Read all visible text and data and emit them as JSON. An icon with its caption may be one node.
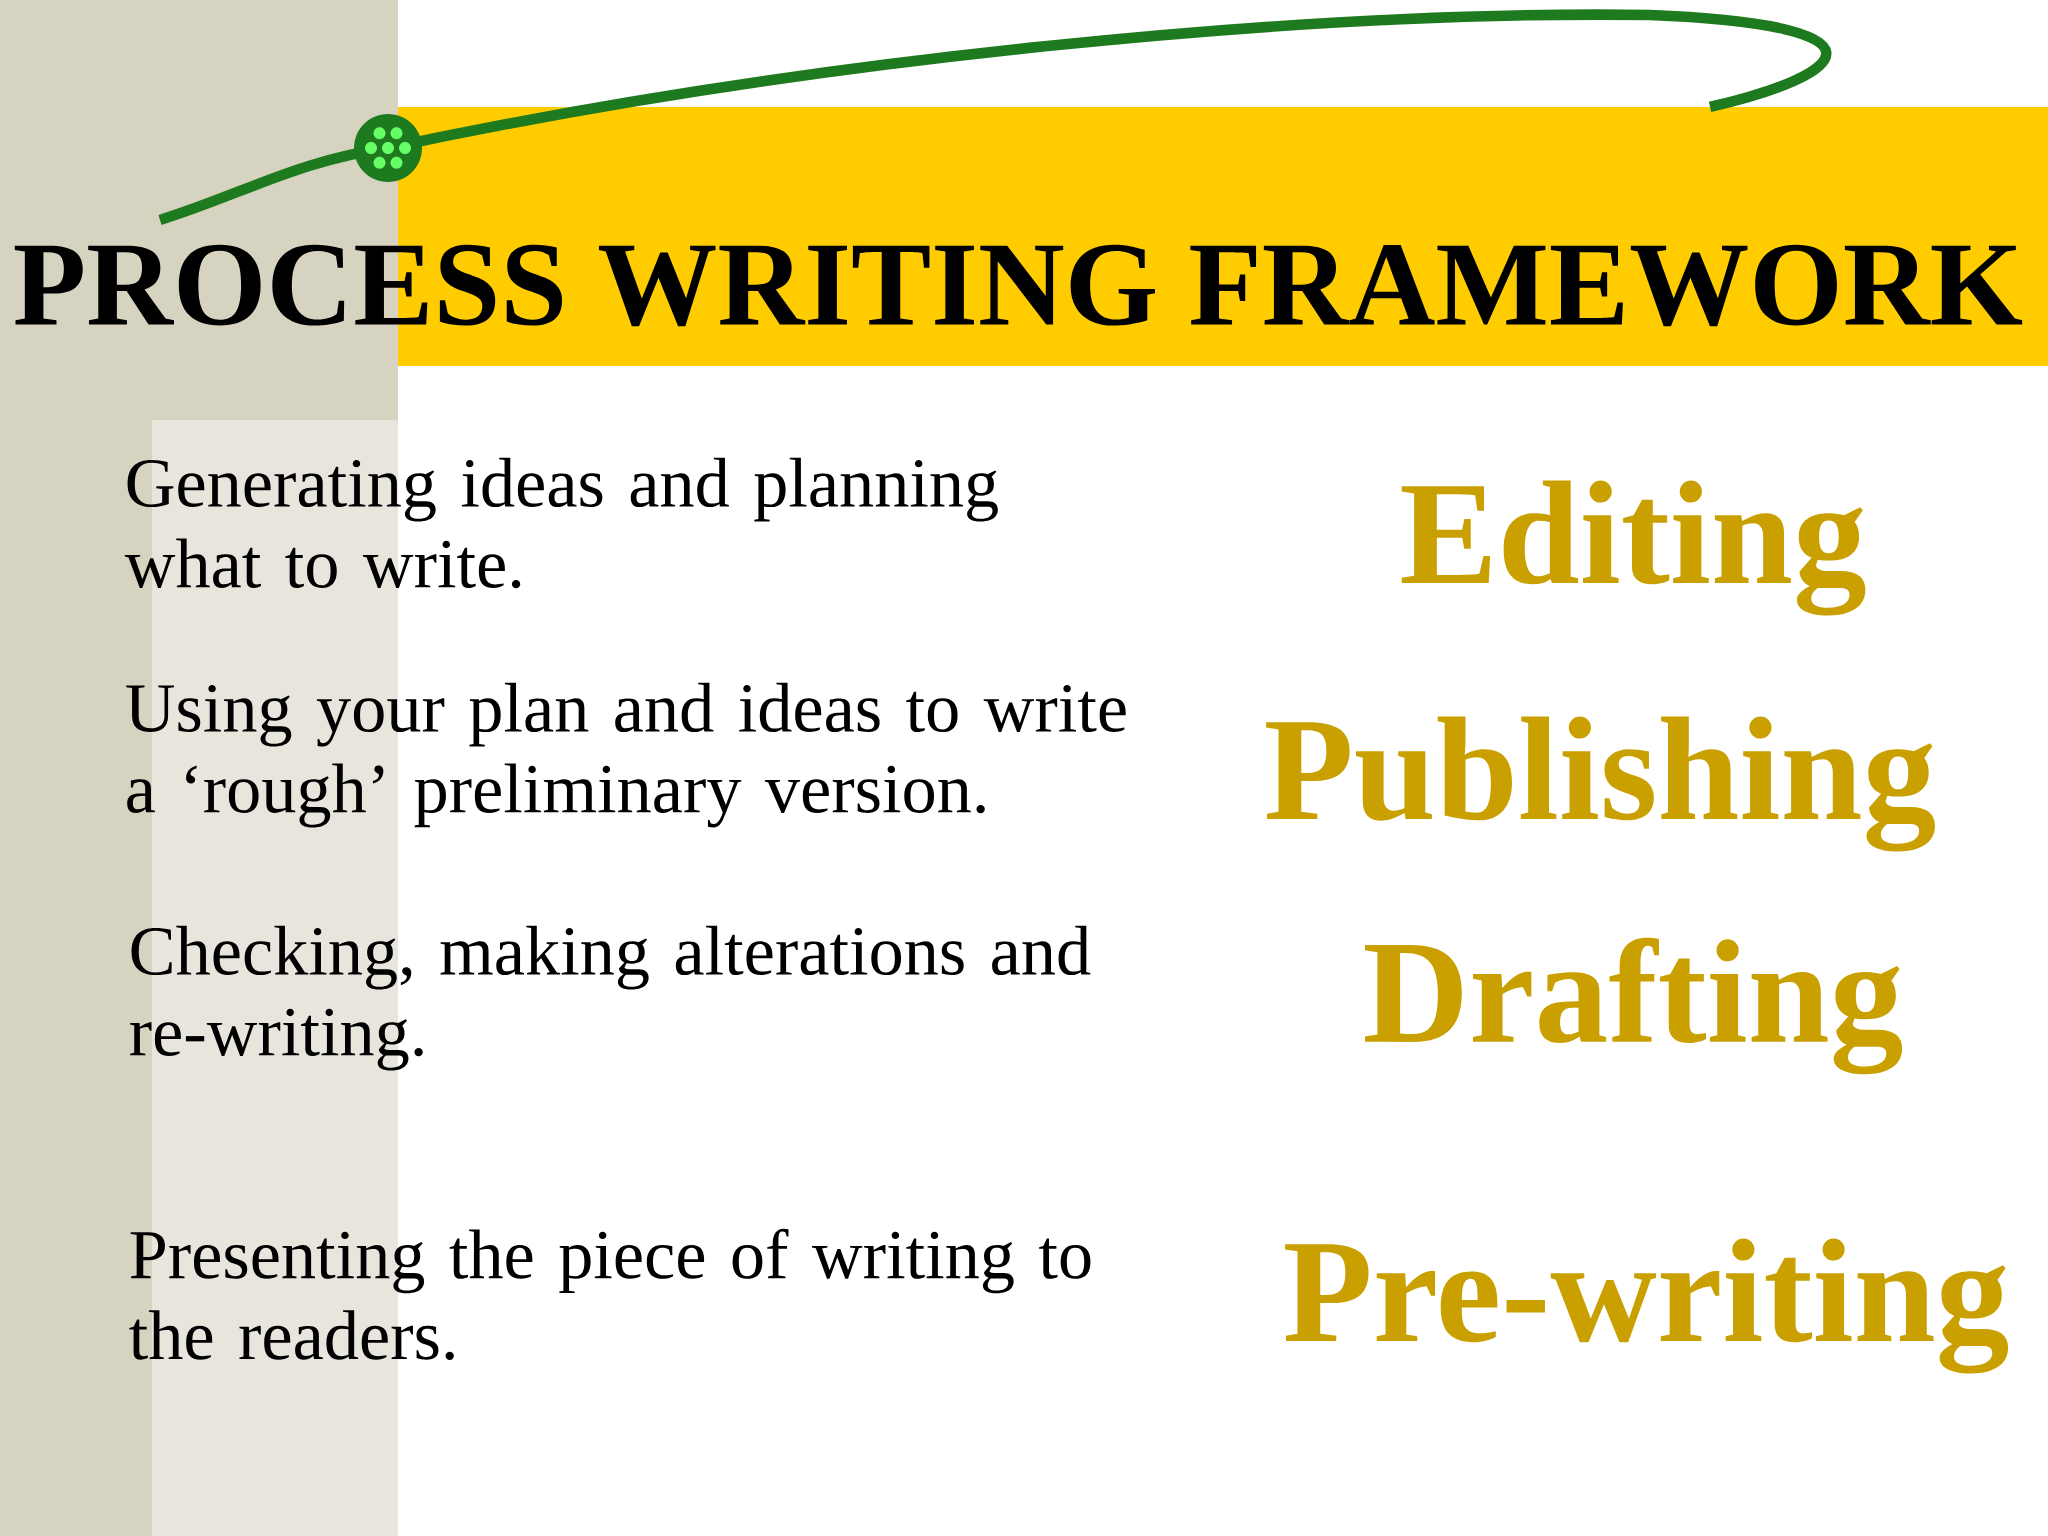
{
  "diagram": {
    "title": "PROCESS WRITING FRAMEWORK",
    "labels": [
      "Generating ideas and planning what to write.",
      "Editing",
      "Using your plan and ideas to write a ‘rough’ preliminary version.",
      "Publishing",
      "Checking, making alterations and re-writing.",
      "Drafting",
      "Presenting the piece of writing to the readers.",
      "Pre-writing"
    ]
  }
}
